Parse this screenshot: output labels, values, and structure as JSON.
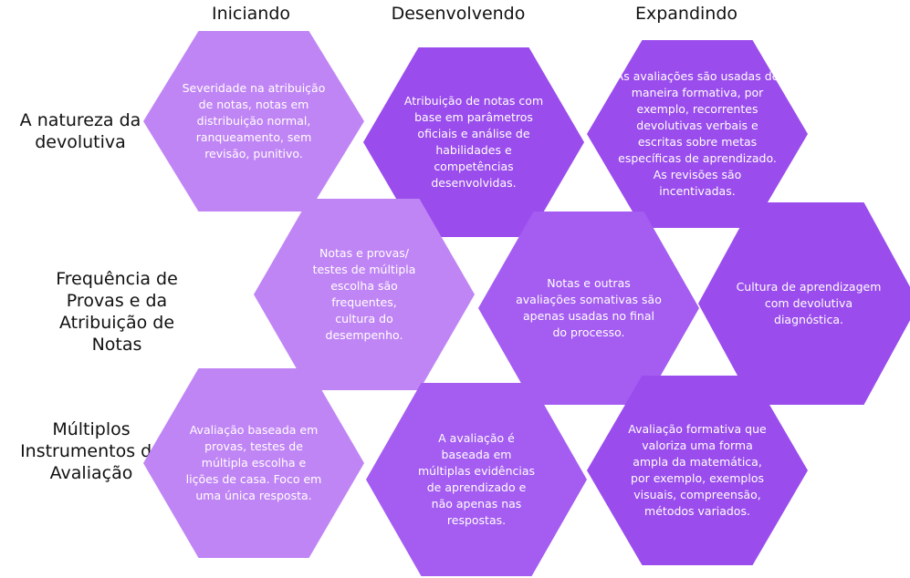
{
  "columns": [
    "Iniciando",
    "Desenvolvendo",
    "Expandindo"
  ],
  "rows": [
    {
      "label": "A natureza da\ndevolutiva",
      "cells": [
        "Severidade na atribuição\nde notas, notas em\ndistribuição normal,\nranqueamento, sem\nrevisão, punitivo.",
        "Atribuição de notas com\nbase em parâmetros\noficiais e análise de\nhabilidades e\ncompetências\ndesenvolvidas.",
        "As avaliações são usadas de\nmaneira formativa, por\nexemplo, recorrentes\ndevolutivas verbais e\nescritas sobre metas\nespecíficas de aprendizado.\nAs revisões são\nincentivadas."
      ]
    },
    {
      "label": "Frequência de\nProvas e da\nAtribuição de\nNotas",
      "cells": [
        "Notas e provas/\ntestes de múltipla\nescolha são\nfrequentes,\ncultura do\ndesempenho.",
        "Notas e outras\navaliações somativas são\napenas usadas no final\ndo processo.",
        "Cultura de aprendizagem\ncom devolutiva\ndiagnóstica."
      ]
    },
    {
      "label": "Múltiplos\nInstrumentos de\nAvaliação",
      "cells": [
        "Avaliação baseada em\nprovas, testes de\nmúltipla escolha e\nlições de casa. Foco em\numa única resposta.",
        "A avaliação é\nbaseada em\nmúltiplas evidências\nde aprendizado e\nnão apenas nas\nrespostas.",
        "Avaliação formativa que\nvaloriza uma forma\nampla da matemática,\npor exemplo, exemplos\nvisuais, compreensão,\nmétodos variados."
      ]
    }
  ],
  "colors": {
    "light": "#c085f5",
    "mid": "#a45cf1",
    "dark": "#9a4cec"
  }
}
